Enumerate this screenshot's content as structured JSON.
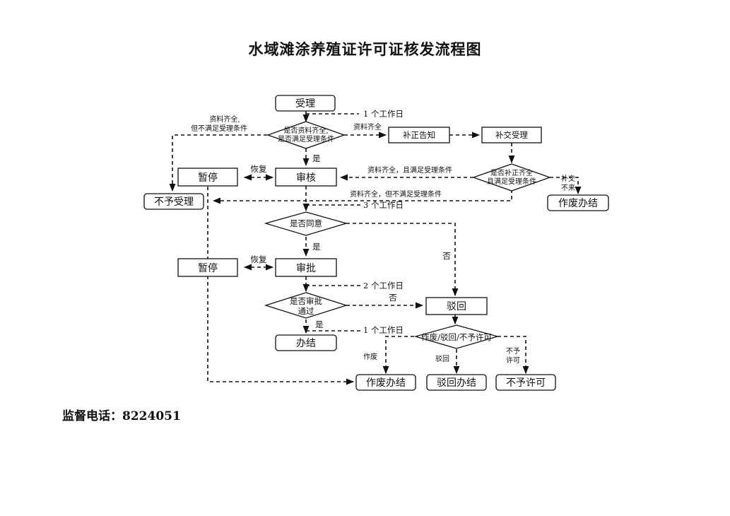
{
  "title": "水域滩涂养殖证许可证核发流程图",
  "phone": "监督电话：8224051",
  "nodes": {
    "accept": "受理",
    "check_1": "是否资料齐全,",
    "check_2": "是否满足受理条件",
    "notify": "补正告知",
    "resubmit": "补交受理",
    "check_resubmit_1": "是否补正齐全",
    "check_resubmit_2": "且满足受理条件",
    "review": "审核",
    "suspend_1": "暂停",
    "reject_accept": "不予受理",
    "void_1": "作废办结",
    "agree": "是否同意",
    "approve": "审批",
    "suspend_2": "暂停",
    "pass_1": "是否审批",
    "pass_2": "通过",
    "return": "驳回",
    "finish": "办结",
    "decide": "作废/驳回/不予许可",
    "void_2": "作废办结",
    "return_finish": "驳回办结",
    "deny": "不予许可"
  },
  "edges": {
    "one_day_a": "1 个工作日",
    "incomplete_1": "资料齐全,",
    "incomplete_2": "但不满足受理条件",
    "complete": "资料齐全",
    "yes_1": "是",
    "resume_1": "恢复",
    "complete_meets": "资料齐全，且满足受理条件",
    "resubmit_1": "补交",
    "resubmit_2": "不来",
    "complete_not_meet": "资料齐全，但不满足受理条件",
    "three_days": "3 个工作日",
    "yes_2": "是",
    "no_1": "否",
    "resume_2": "恢复",
    "two_days": "2 个工作日",
    "no_2": "否",
    "yes_3": "是",
    "one_day_b": "1 个工作日",
    "void": "作废",
    "return": "驳回",
    "deny_1": "不予",
    "deny_2": "许可"
  }
}
